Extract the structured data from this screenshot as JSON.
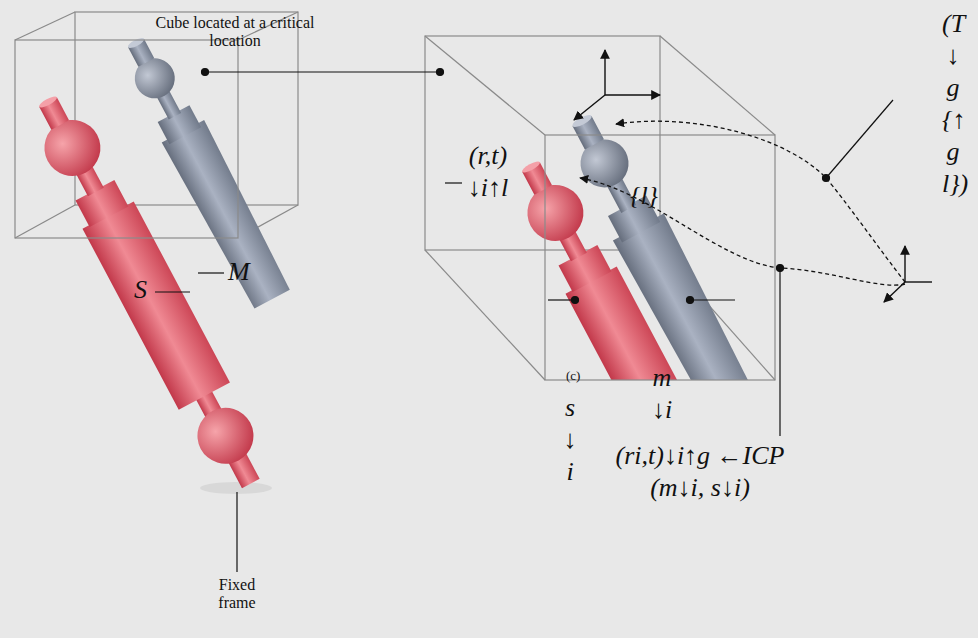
{
  "diagram": {
    "labels": [
      "Cube located at a critical location",
      "M",
      "S",
      "Fixed frame",
      "(r,t)↓i↑l",
      "{l}",
      "s↓i",
      "(c)",
      "m↓i",
      "(ri,t)↓i↑g ←ICP(m↓i, s↓i)",
      "(T↓g{↑g l})"
    ]
  }
}
